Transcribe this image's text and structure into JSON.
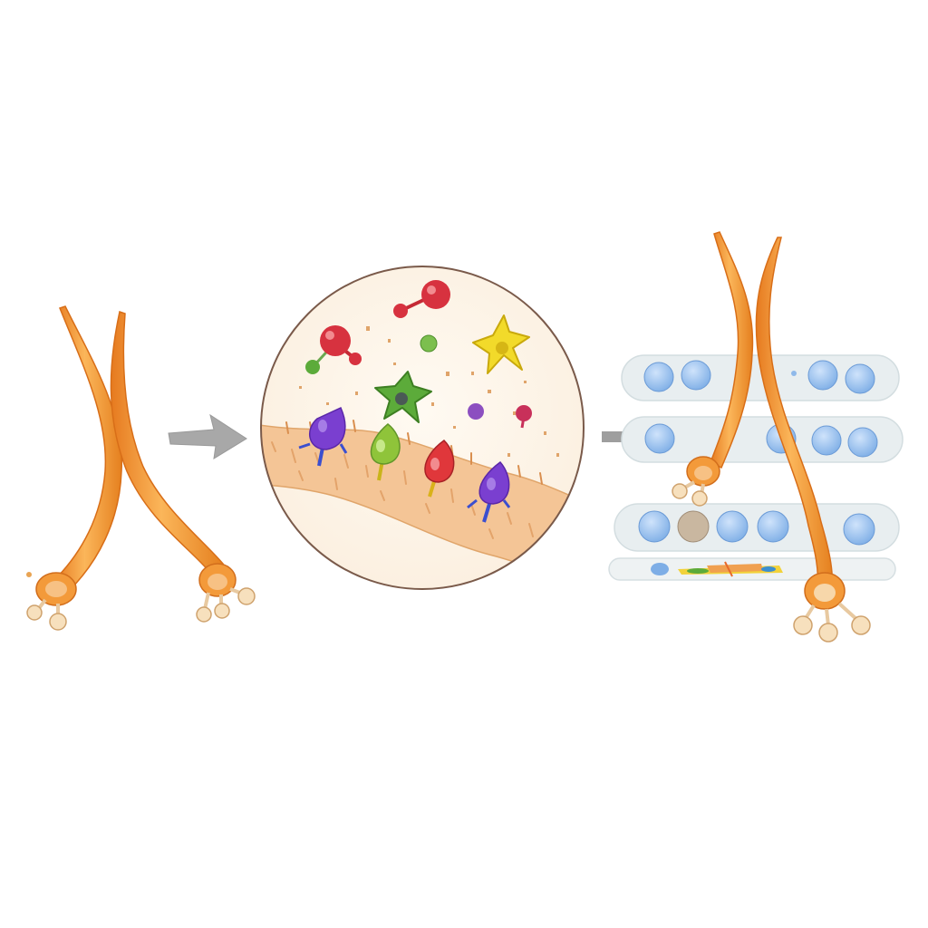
{
  "figure": {
    "panels": [
      {
        "name": "left-panel",
        "content": "two-orange-fibers"
      },
      {
        "name": "magnified-circle",
        "content": "membrane-with-receptors-and-molecules"
      },
      {
        "name": "right-panel",
        "content": "fibers-over-vesicle-bands"
      }
    ],
    "connectors": [
      "right-arrow",
      "gray-bar"
    ],
    "colors": {
      "fiber": "#f08f2e",
      "fiber_highlight": "#fbc98a",
      "terminal": "#f6dcb4",
      "membrane": "#f4c596",
      "circle_fill": "#fdf7ee",
      "circle_stroke": "#7a5a4a",
      "arrow": "#a7a7a7",
      "vesicle": "#8fb9ea",
      "band": "#e6eef0",
      "receptor_purple": "#7a3fd0",
      "receptor_green": "#8fc43a",
      "receptor_red": "#e0373b",
      "molecule_red": "#d7323f",
      "molecule_green": "#5cab3a",
      "molecule_yellow": "#f2da2a",
      "molecule_purple": "#8c4fc0",
      "molecule_magenta": "#c8305a"
    }
  }
}
